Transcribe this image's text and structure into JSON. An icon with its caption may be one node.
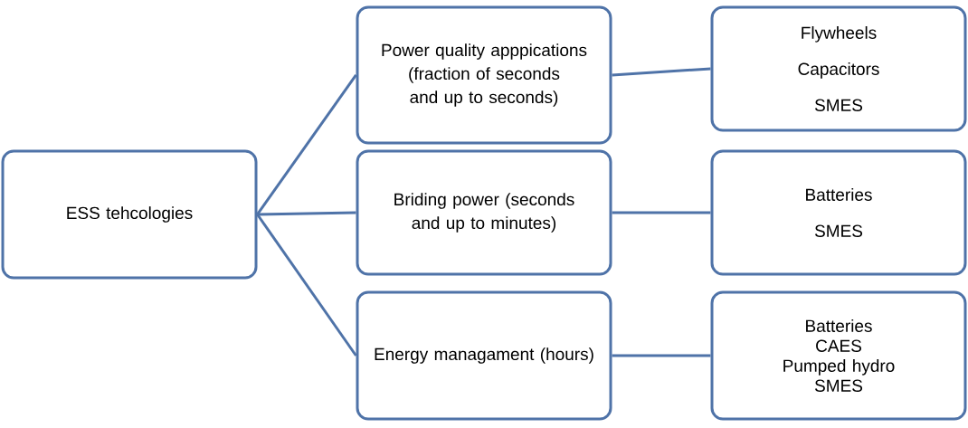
{
  "diagram": {
    "nodes": [
      {
        "text": [
          "ESS tehcologies"
        ]
      },
      {
        "text": [
          "Power quality apppications (fraction of seconds and up to seconds)"
        ]
      },
      {
        "text": [
          "Briding power (seconds and up to minutes)"
        ]
      },
      {
        "text": [
          "Energy managament (hours)"
        ]
      },
      {
        "text": [
          "Flywheels",
          "Capacitors",
          "SMES"
        ]
      },
      {
        "text": [
          "Batteries",
          "SMES"
        ]
      },
      {
        "text": [
          "Batteries",
          "CAES",
          "Pumped hydro",
          "SMES"
        ]
      }
    ],
    "edges": [
      {
        "from": 0,
        "to": 1,
        "arrow": "none"
      },
      {
        "from": 0,
        "to": 2,
        "arrow": "none"
      },
      {
        "from": 0,
        "to": 3,
        "arrow": "none"
      },
      {
        "from": 1,
        "to": 4,
        "arrow": "none"
      },
      {
        "from": 2,
        "to": 5,
        "arrow": "none"
      },
      {
        "from": 3,
        "to": 6,
        "arrow": "none"
      }
    ]
  }
}
